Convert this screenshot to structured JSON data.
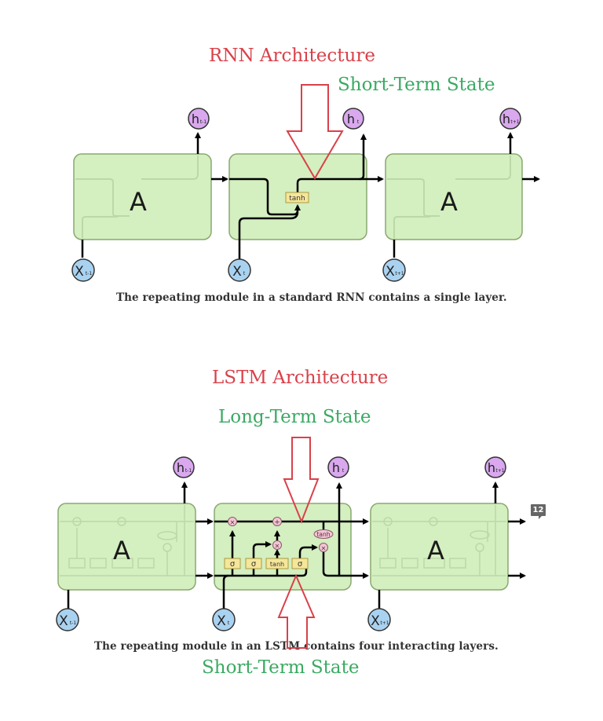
{
  "rnn": {
    "title": "RNN Architecture",
    "state_label": "Short-Term State",
    "caption": "The repeating module in a standard RNN contains a single layer.",
    "cells": [
      {
        "label": "A",
        "input": "X",
        "input_sub": "t-1",
        "output": "h",
        "output_sub": "t-1"
      },
      {
        "label": "",
        "input": "X",
        "input_sub": "t",
        "output": "h",
        "output_sub": "t",
        "layer": "tanh"
      },
      {
        "label": "A",
        "input": "X",
        "input_sub": "t+1",
        "output": "h",
        "output_sub": "t+1"
      }
    ]
  },
  "lstm": {
    "title": "LSTM Architecture",
    "long_state_label": "Long-Term State",
    "short_state_label": "Short-Term State",
    "caption": "The repeating module in an LSTM contains four interacting layers.",
    "cells": [
      {
        "label": "A",
        "input": "X",
        "input_sub": "t-1",
        "output": "h",
        "output_sub": "t-1"
      },
      {
        "label": "",
        "input": "X",
        "input_sub": "t",
        "output": "h",
        "output_sub": "t"
      },
      {
        "label": "A",
        "input": "X",
        "input_sub": "t+1",
        "output": "h",
        "output_sub": "t+1"
      }
    ],
    "layers": [
      "σ",
      "σ",
      "tanh",
      "σ"
    ],
    "pointwise_ops": [
      "×",
      "+",
      "×",
      "×"
    ],
    "output_tanh": "tanh"
  },
  "comment_badge": "12",
  "colors": {
    "title_red": "#d9414a",
    "state_green": "#3aaa62",
    "cell_fill": "#d4efc0",
    "cell_stroke": "#8aa870",
    "input_node": "#a9d2f0",
    "output_node": "#d9a8ee",
    "layer_fill": "#f6e69a"
  }
}
